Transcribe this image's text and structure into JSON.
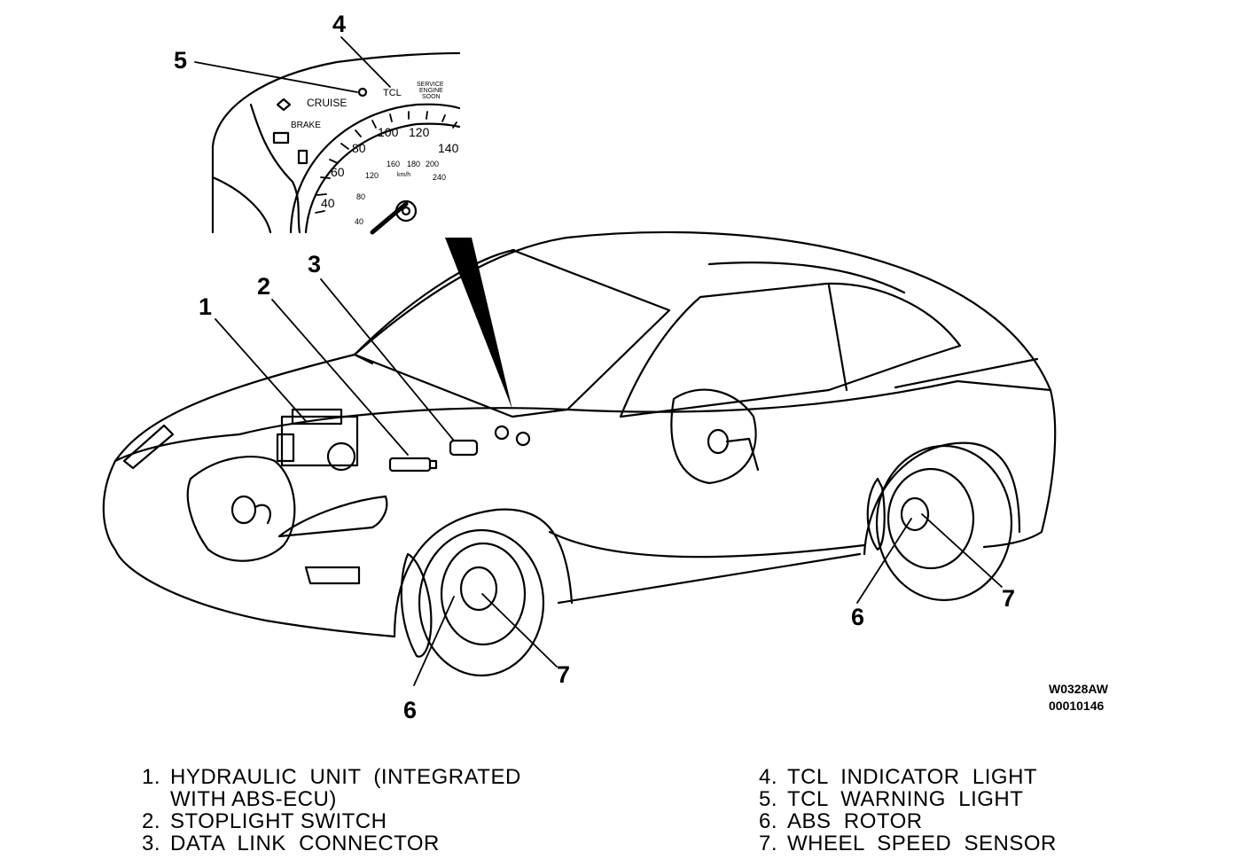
{
  "callouts": {
    "c1": "1",
    "c2": "2",
    "c3": "3",
    "c4": "4",
    "c5": "5",
    "c6a": "6",
    "c6b": "6",
    "c7a": "7",
    "c7b": "7"
  },
  "cluster": {
    "cruise": "CRUISE",
    "brake": "BRAKE",
    "tcl": "TCL",
    "service_engine_soon": [
      "SERVICE",
      "ENGINE",
      "SOON"
    ],
    "speed_mph": [
      "40",
      "60",
      "80",
      "100",
      "120",
      "140"
    ],
    "speed_kmh": [
      "40",
      "80",
      "120",
      "160",
      "180",
      "200",
      "240"
    ],
    "kmh_unit": "km/h"
  },
  "figure_codes": [
    "W0328AW",
    "00010146"
  ],
  "legend": {
    "left": [
      {
        "num": "1.",
        "text": "HYDRAULIC  UNIT  (INTEGRATED"
      },
      {
        "num": "",
        "text": "WITH ABS-ECU)"
      },
      {
        "num": "2.",
        "text": "STOPLIGHT SWITCH"
      },
      {
        "num": "3.",
        "text": "DATA  LINK  CONNECTOR"
      }
    ],
    "right": [
      {
        "num": "4.",
        "text": "TCL  INDICATOR  LIGHT"
      },
      {
        "num": "5.",
        "text": "TCL  WARNING  LIGHT"
      },
      {
        "num": "6.",
        "text": "ABS  ROTOR"
      },
      {
        "num": "7.",
        "text": "WHEEL  SPEED  SENSOR"
      }
    ]
  }
}
